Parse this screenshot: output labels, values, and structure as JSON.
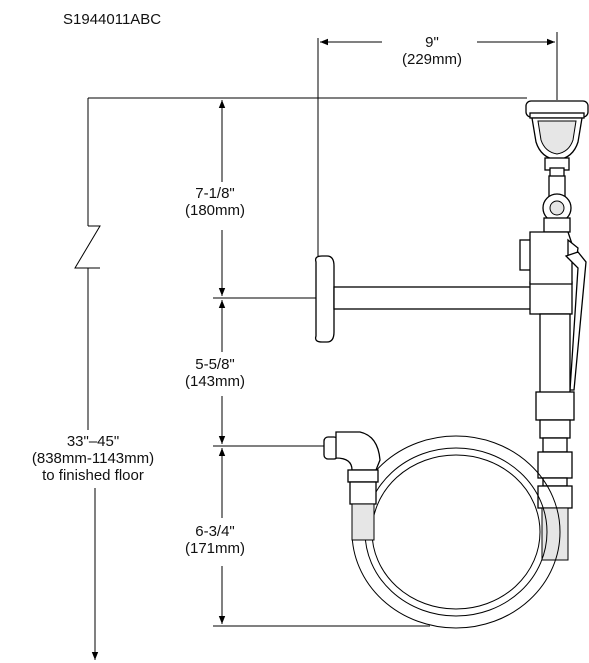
{
  "model_code": "S1944011ABC",
  "dimensions": {
    "width": {
      "imperial": "9\"",
      "metric": "(229mm)"
    },
    "head_to_arm": {
      "imperial": "7-1/8\"",
      "metric": "(180mm)"
    },
    "arm_to_inlet": {
      "imperial": "5-5/8\"",
      "metric": "(143mm)"
    },
    "inlet_to_hose_bottom": {
      "imperial": "6-3/4\"",
      "metric": "(171mm)"
    },
    "mount_height": {
      "imperial": "33\"–45\"",
      "metric": "(838mm-1143mm)",
      "note": "to finished floor"
    }
  }
}
